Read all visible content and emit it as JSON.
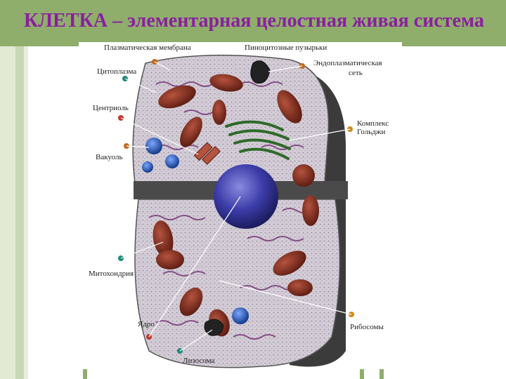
{
  "title": "КЛЕТКА – элементарная целостная живая система",
  "labels": {
    "plasma_membrane": "Плазматическая мембрана",
    "pinocytic_vesicles": "Пиноцитозные пузырьки",
    "cytoplasm": "Цитоплазма",
    "endoplasmic_reticulum_1": "Эндоплазматическая",
    "endoplasmic_reticulum_2": "сеть",
    "centriole": "Центриоль",
    "golgi_1": "Комплекс",
    "golgi_2": "Гольджи",
    "vacuole": "Вакуоль",
    "mitochondria": "Митохондрия",
    "nucleus": "Ядро",
    "ribosomes": "Рибосомы",
    "lysosome": "Лизосома"
  },
  "colors": {
    "title_bar": "#8fae6b",
    "title_text": "#8a1fa0",
    "cytoplasm": "#cfc8d2",
    "er": "#7a3a7a",
    "mitochondria": "#7a2a1c",
    "nucleus": "#3a3a9a",
    "golgi": "#2f6a2a",
    "vacuole": "#1f4fb0",
    "shadow": "#3a3a3a"
  }
}
